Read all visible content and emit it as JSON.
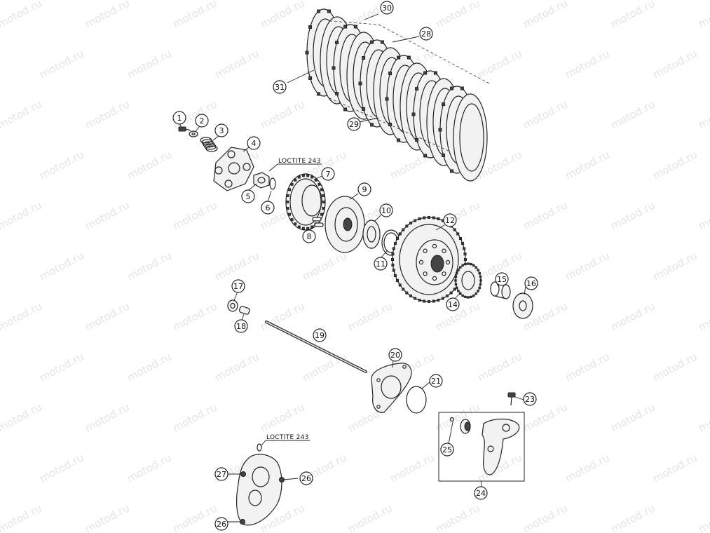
{
  "watermark": "motod.ru",
  "notes": [
    {
      "id": "loctite-top",
      "text": "LOCTITE 243"
    },
    {
      "id": "loctite-bottom",
      "text": "LOCTITE 243"
    }
  ],
  "callouts": [
    {
      "id": "c1",
      "label": "1"
    },
    {
      "id": "c2",
      "label": "2"
    },
    {
      "id": "c3",
      "label": "3"
    },
    {
      "id": "c4",
      "label": "4"
    },
    {
      "id": "c5",
      "label": "5"
    },
    {
      "id": "c6",
      "label": "6"
    },
    {
      "id": "c7",
      "label": "7"
    },
    {
      "id": "c8",
      "label": "8"
    },
    {
      "id": "c9",
      "label": "9"
    },
    {
      "id": "c10",
      "label": "10"
    },
    {
      "id": "c11",
      "label": "11"
    },
    {
      "id": "c12",
      "label": "12"
    },
    {
      "id": "c14",
      "label": "14"
    },
    {
      "id": "c15",
      "label": "15"
    },
    {
      "id": "c16",
      "label": "16"
    },
    {
      "id": "c17",
      "label": "17"
    },
    {
      "id": "c18",
      "label": "18"
    },
    {
      "id": "c19",
      "label": "19"
    },
    {
      "id": "c20",
      "label": "20"
    },
    {
      "id": "c21",
      "label": "21"
    },
    {
      "id": "c23",
      "label": "23"
    },
    {
      "id": "c24",
      "label": "24"
    },
    {
      "id": "c25",
      "label": "25"
    },
    {
      "id": "c26a",
      "label": "26"
    },
    {
      "id": "c26b",
      "label": "26"
    },
    {
      "id": "c27",
      "label": "27"
    },
    {
      "id": "c28",
      "label": "28"
    },
    {
      "id": "c29",
      "label": "29"
    },
    {
      "id": "c30",
      "label": "30"
    },
    {
      "id": "c31",
      "label": "31"
    }
  ]
}
